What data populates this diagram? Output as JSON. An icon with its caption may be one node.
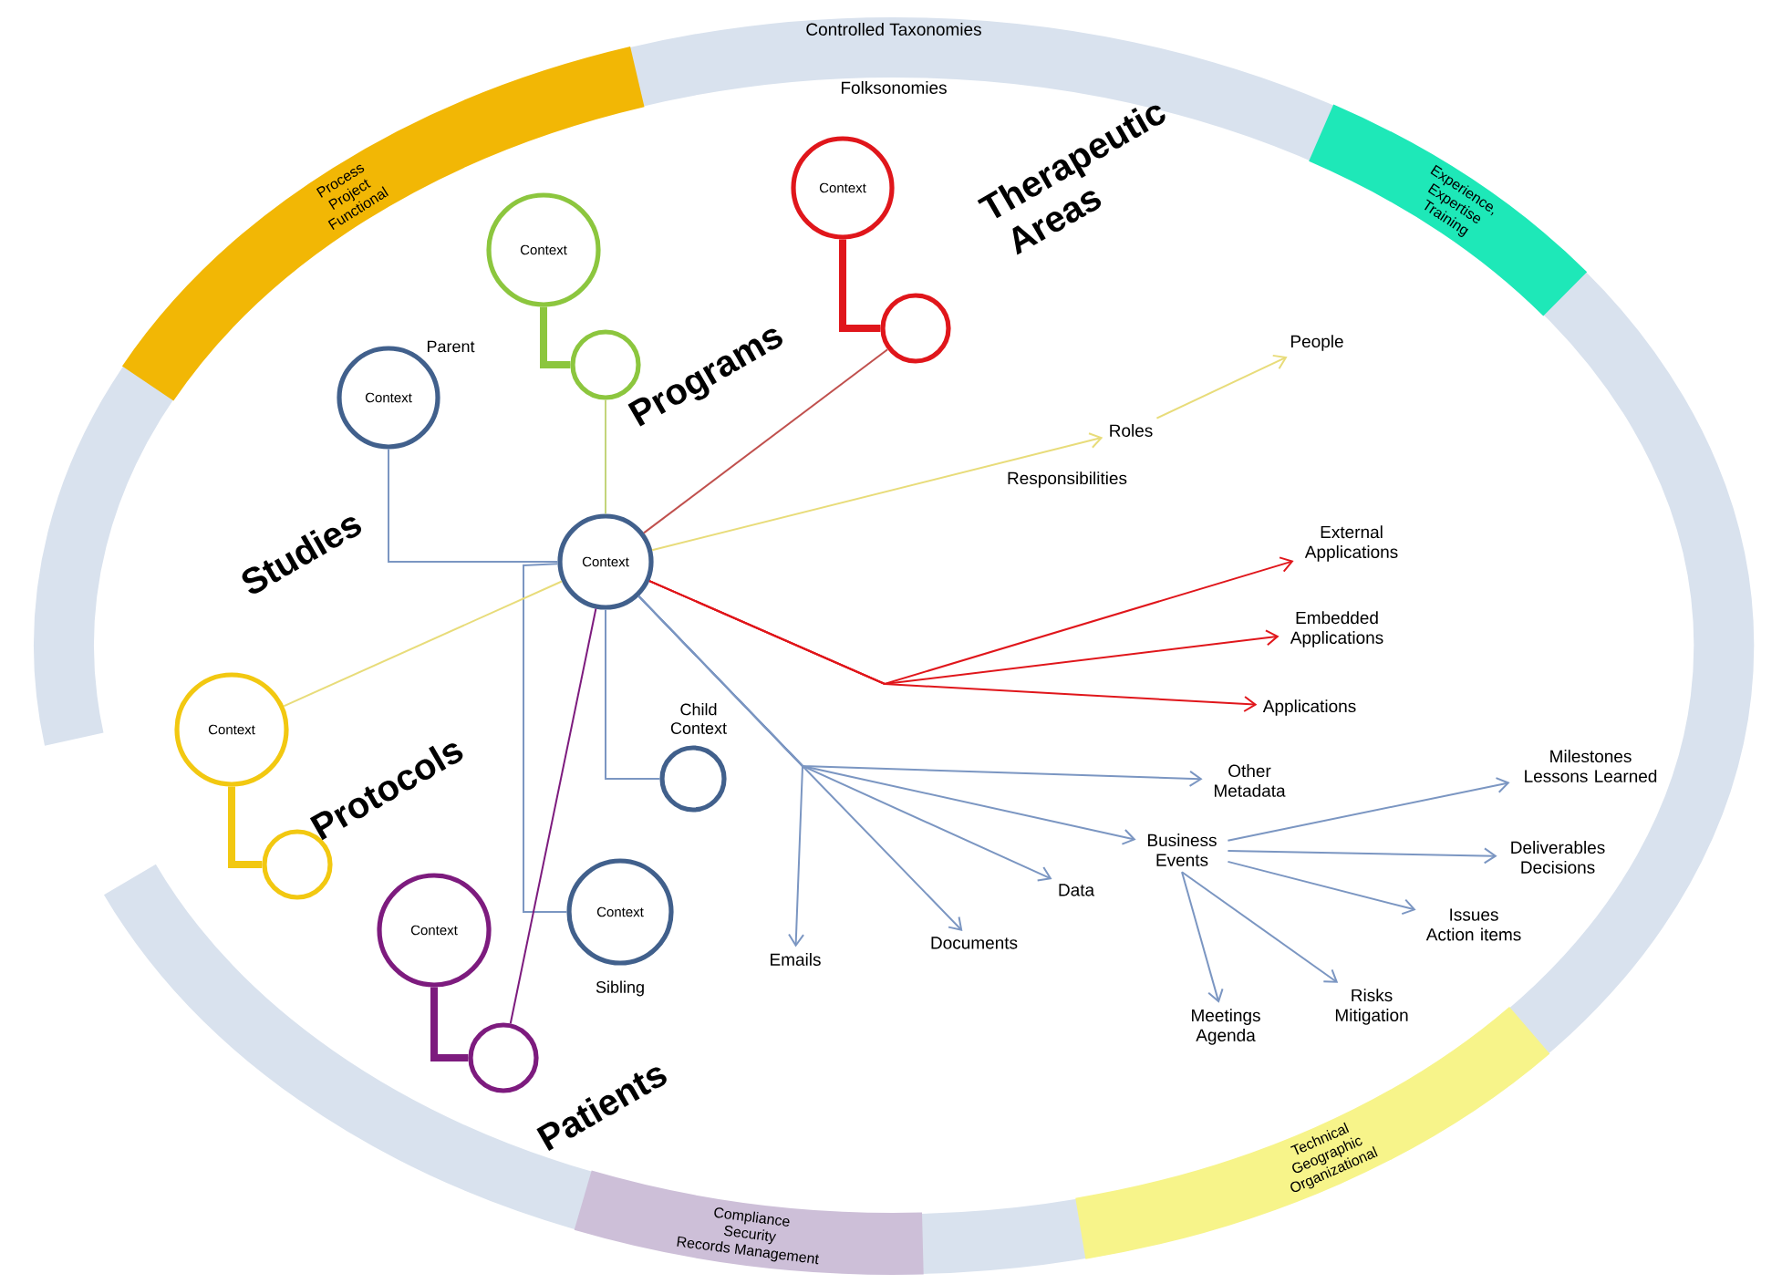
{
  "diagram": {
    "nodes": [
      {
        "text": [
          "Process",
          "Project",
          "Functional"
        ]
      },
      {
        "text": [
          "Experience,",
          "Expertise",
          "Training"
        ]
      },
      {
        "text": [
          "Compliance",
          "Security",
          "Records Management"
        ]
      },
      {
        "text": [
          "Technical",
          "Geographic",
          "Organizational"
        ]
      },
      {
        "text": [
          "Context"
        ],
        "beside": [
          "Parent"
        ]
      },
      {
        "text": [
          "Context"
        ]
      },
      {
        "text": [],
        "shape": "circle"
      },
      {
        "text": [
          "Context"
        ]
      },
      {
        "text": [],
        "shape": "circle"
      },
      {
        "text": [
          "Context"
        ]
      },
      {
        "text": [
          "Context"
        ]
      },
      {
        "text": [],
        "shape": "circle"
      },
      {
        "text": [
          "Context"
        ]
      },
      {
        "text": [],
        "shape": "circle"
      },
      {
        "text": [],
        "shape": "circle",
        "beside": [
          "Child Context"
        ]
      },
      {
        "text": [
          "Context"
        ],
        "beside": [
          "Sibling"
        ]
      },
      {
        "text": [
          "Roles"
        ]
      },
      {
        "text": [
          "People"
        ]
      },
      {
        "text": [
          "External Applications"
        ]
      },
      {
        "text": [
          "Embedded Applications"
        ]
      },
      {
        "text": [
          "Applications"
        ]
      },
      {
        "text": [
          "Emails"
        ]
      },
      {
        "text": [
          "Documents"
        ]
      },
      {
        "text": [
          "Data"
        ]
      },
      {
        "text": [
          "Business Events"
        ]
      },
      {
        "text": [
          "Other Metadata"
        ]
      },
      {
        "text": [
          "Milestones Lessons Learned"
        ]
      },
      {
        "text": [
          "Deliverables Decisions"
        ]
      },
      {
        "text": [
          "Issues Action items"
        ]
      },
      {
        "text": [
          "Risks Mitigation"
        ]
      },
      {
        "text": [
          "Meetings Agenda"
        ]
      }
    ],
    "edges": [
      {
        "from": 4,
        "to": 9,
        "arrow": "none"
      },
      {
        "from": 9,
        "to": 15,
        "arrow": "none"
      },
      {
        "from": 9,
        "to": 14,
        "arrow": "none"
      },
      {
        "from": 6,
        "to": 9,
        "arrow": "none",
        "color": "#c3d47a"
      },
      {
        "from": 5,
        "to": 6,
        "arrow": "none",
        "style": "thick",
        "color": "#8cc63e"
      },
      {
        "from": 7,
        "to": 8,
        "arrow": "none",
        "style": "thick",
        "color": "#e0161b"
      },
      {
        "from": 8,
        "to": 9,
        "arrow": "none",
        "color": "#c0504d"
      },
      {
        "from": 10,
        "to": 11,
        "arrow": "none",
        "style": "thick",
        "color": "#f2c811"
      },
      {
        "from": 9,
        "to": 10,
        "arrow": "none",
        "color": "#e8dc7a"
      },
      {
        "from": 12,
        "to": 13,
        "arrow": "none",
        "style": "thick",
        "color": "#7d1b7e"
      },
      {
        "from": 13,
        "to": 9,
        "arrow": "none",
        "color": "#7d1b7e"
      },
      {
        "from": 9,
        "to": 16,
        "arrow": "to",
        "label": "Responsibilities",
        "color": "#e8dc7a"
      },
      {
        "from": 16,
        "to": 17,
        "arrow": "to",
        "color": "#e8dc7a"
      },
      {
        "from": 9,
        "to": 18,
        "arrow": "to",
        "color": "#e0161b"
      },
      {
        "from": 9,
        "to": 19,
        "arrow": "to",
        "color": "#e0161b"
      },
      {
        "from": 9,
        "to": 20,
        "arrow": "to",
        "color": "#e0161b"
      },
      {
        "from": 9,
        "to": 21,
        "arrow": "to"
      },
      {
        "from": 9,
        "to": 22,
        "arrow": "to"
      },
      {
        "from": 9,
        "to": 23,
        "arrow": "to"
      },
      {
        "from": 9,
        "to": 24,
        "arrow": "to"
      },
      {
        "from": 9,
        "to": 25,
        "arrow": "to"
      },
      {
        "from": 24,
        "to": 26,
        "arrow": "to"
      },
      {
        "from": 24,
        "to": 27,
        "arrow": "to"
      },
      {
        "from": 24,
        "to": 28,
        "arrow": "to"
      },
      {
        "from": 24,
        "to": 29,
        "arrow": "to"
      },
      {
        "from": 24,
        "to": 30,
        "arrow": "to"
      }
    ],
    "labels": [
      "Controlled Taxonomies",
      "Folksonomies",
      "Studies",
      "Programs",
      "Therapeutic Areas",
      "Protocols",
      "Patients"
    ]
  }
}
